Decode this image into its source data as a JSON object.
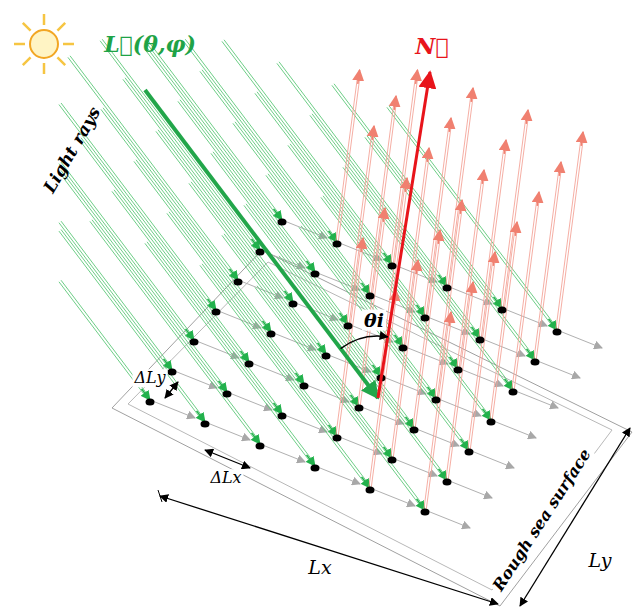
{
  "diagram": {
    "labels": [
      "L⃗(θ,φ)",
      "N⃗",
      "Light rays",
      "θi",
      "ΔLy",
      "ΔLx",
      "Lx",
      "Ly",
      "Rough sea surface"
    ]
  }
}
